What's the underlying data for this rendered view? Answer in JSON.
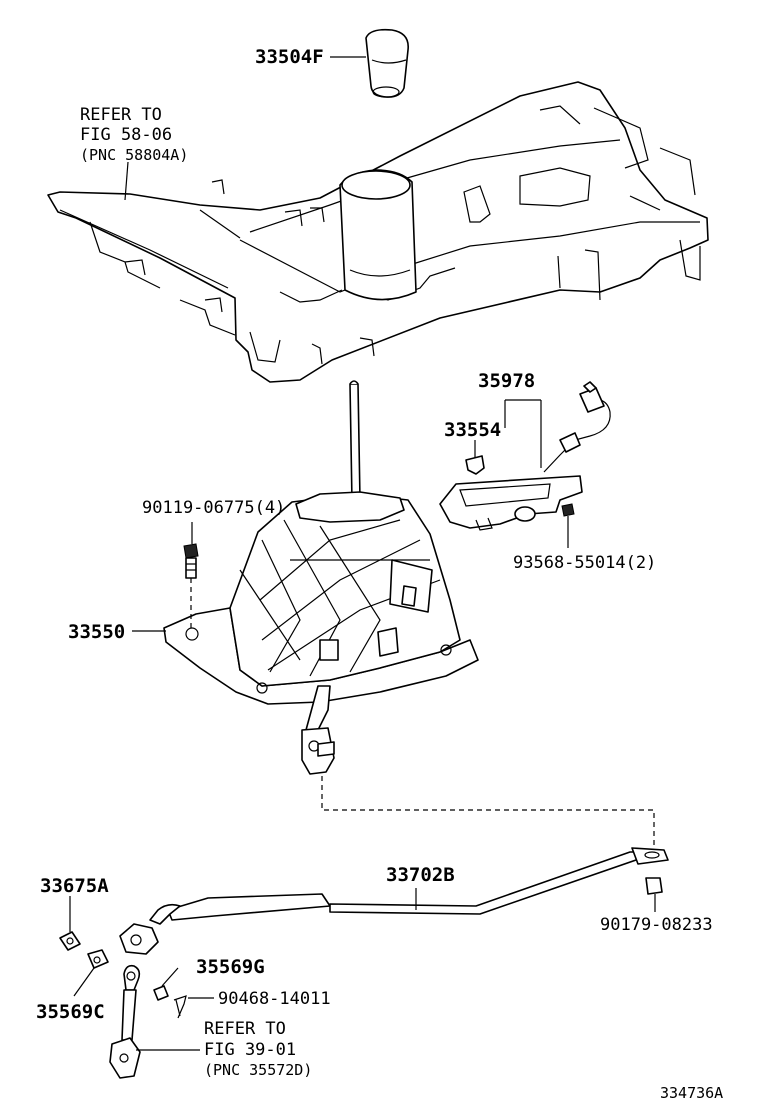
{
  "labels": {
    "shift_knob": "33504F",
    "refer_top_1": "REFER TO",
    "refer_top_2": "FIG 58-06",
    "refer_top_3": "(PNC 58804A)",
    "p35978": "35978",
    "p33554": "33554",
    "bolt_90119": "90119-06775(4)",
    "screw_93568": "93568-55014(2)",
    "p33550": "33550",
    "p33675a": "33675A",
    "p33702b": "33702B",
    "nut_90179": "90179-08233",
    "p35569g": "35569G",
    "pin_90468": "90468-14011",
    "p35569c": "35569C",
    "refer_bot_1": "REFER TO",
    "refer_bot_2": "FIG 39-01",
    "refer_bot_3": "(PNC 35572D)",
    "figure_id": "334736A"
  }
}
